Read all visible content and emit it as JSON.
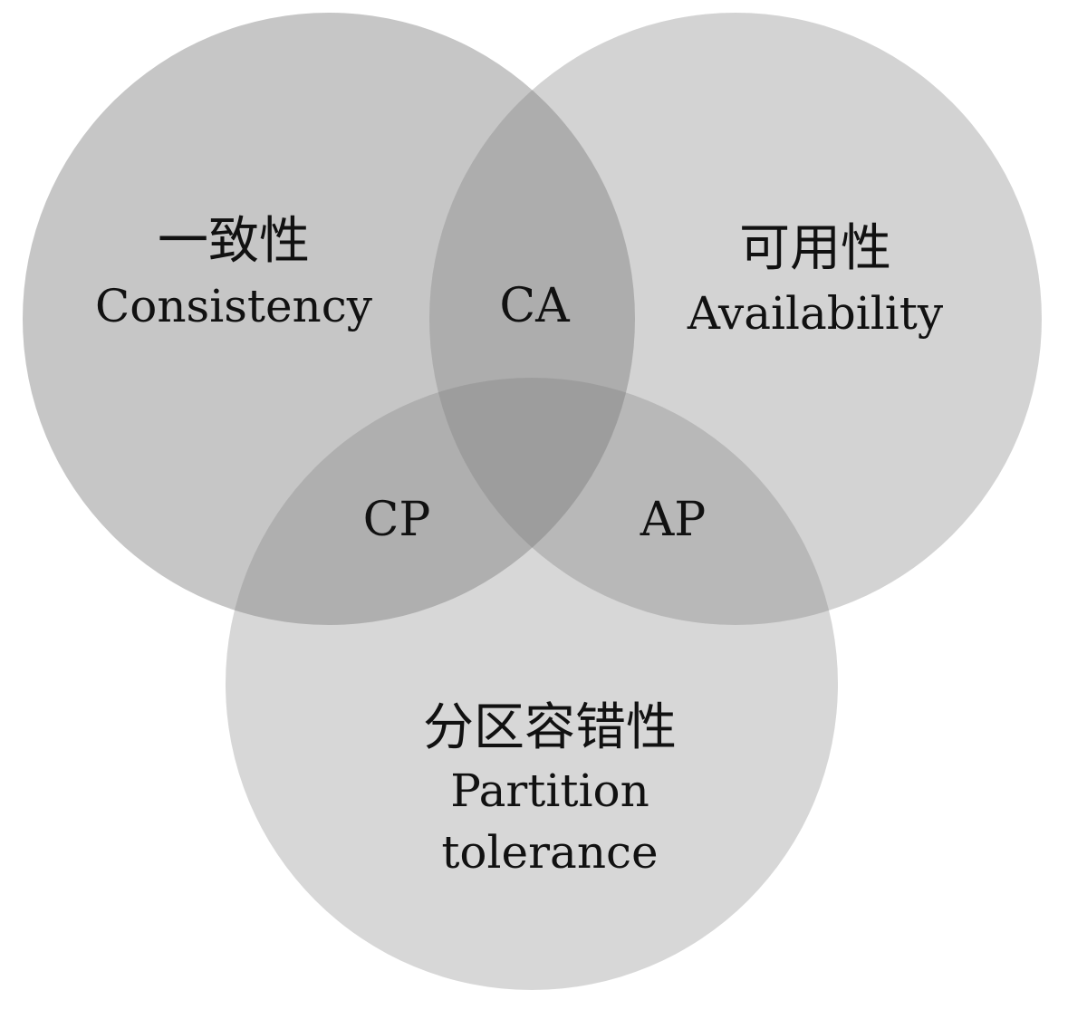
{
  "sets": [
    {
      "id": "consistency",
      "chinese": "一致性",
      "english": [
        "Consistency"
      ]
    },
    {
      "id": "availability",
      "chinese": "可用性",
      "english": [
        "Availability"
      ]
    },
    {
      "id": "partition",
      "chinese": "分区容错性",
      "english": [
        "Partition",
        "tolerance"
      ]
    }
  ],
  "intersections": {
    "ca": "CA",
    "cp": "CP",
    "ap": "AP"
  },
  "colors": {
    "background": "#ffffff",
    "circle_fill": "#7a7a7a",
    "text": "#111111"
  }
}
